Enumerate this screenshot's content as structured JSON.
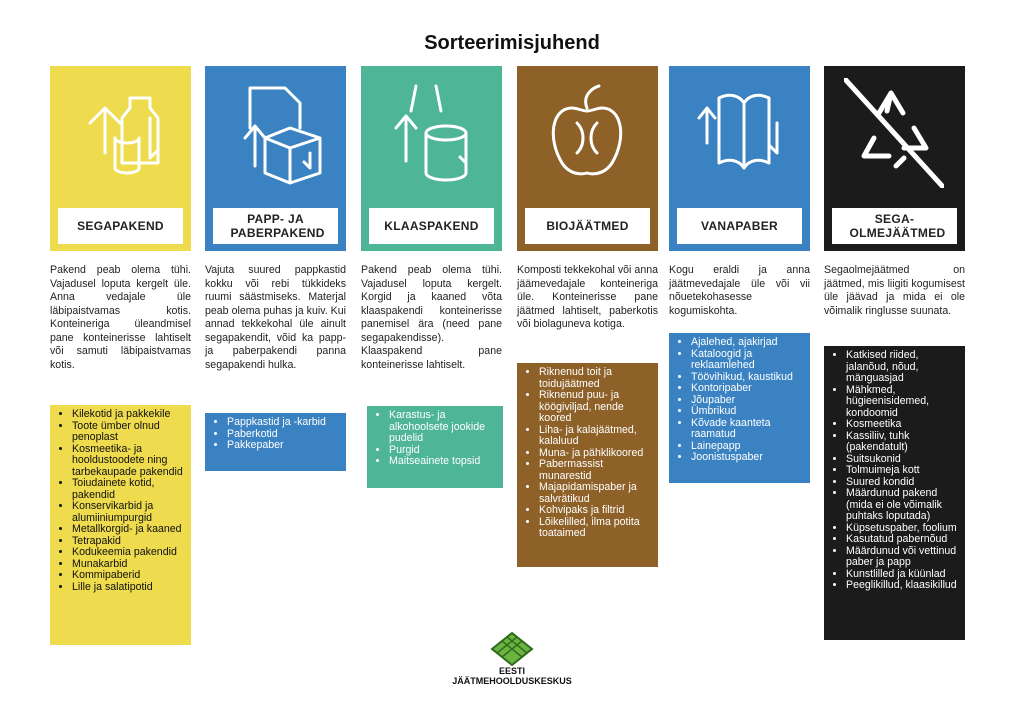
{
  "title": "Sorteerimisjuhend",
  "colors": {
    "yellow": "#EEDB4E",
    "blue": "#3A82C2",
    "teal": "#4EB596",
    "brown": "#8D6128",
    "black": "#1B1B1B"
  },
  "columns": [
    {
      "label": "SEGAPAKEND",
      "icon": "packaging-icon",
      "description": "Pakend peab olema tühi. Vajadusel loputa kergelt üle. Anna vedajale üle läbipaistvamas kotis. Konteineriga üleandmisel pane konteinerisse lahtiselt või samuti läbipaistvamas kotis.",
      "items": [
        "Kilekotid ja pakkekile",
        "Toote ümber olnud penoplast",
        "Kosmeetika- ja hooldustoodete ning tarbekaupade pakendid",
        "Toiudainete kotid, pakendid",
        "Konservikarbid ja alumiiniumpurgid",
        "Metallkorgid- ja kaaned",
        "Tetrapakid",
        "Kodukeemia pakendid",
        "Munakarbid",
        "Kommipaberid",
        "Lille ja salatipotid"
      ]
    },
    {
      "label": "PAPP- JA PABERPAKEND",
      "icon": "cardboard-box-icon",
      "description": "Vajuta suured pappkastid kokku või rebi tükkideks ruumi säästmiseks. Materjal peab olema puhas ja kuiv. Kui annad tekkekohal üle ainult segapakendit, võid ka papp- ja paberpakendi panna segapakendi hulka.",
      "items": [
        "Pappkastid ja -karbid",
        "Paberkotid",
        "Pakkepaber"
      ]
    },
    {
      "label": "KLAASPAKEND",
      "icon": "glass-bottle-icon",
      "description": "Pakend peab olema tühi. Vajadusel loputa kergelt. Korgid ja kaaned võta klaaspakendi konteinerisse panemisel ära (need pane segapakendisse). Klaaspakend pane konteinerisse lahtiselt.",
      "items": [
        "Karastus- ja alkohoolsete jookide pudelid",
        "Purgid",
        "Maitseainete topsid"
      ]
    },
    {
      "label": "BIOJÄÄTMED",
      "icon": "apple-core-icon",
      "description": "Komposti tekkekohal või anna jäämevedajale konteineriga üle. Konteinerisse pane jäätmed lahtiselt, paberkotis või biolaguneva kotiga.",
      "items": [
        "Riknenud toit ja toidujäätmed",
        "Riknenud puu- ja köögiviljad, nende koored",
        "Liha- ja kalajäätmed, kalaluud",
        "Muna- ja pähklikoored",
        "Pabermassist munarestid",
        "Majapidamispaber ja salvrätikud",
        "Kohvipaks ja filtrid",
        "Lõikelilled, ilma potita toataimed"
      ]
    },
    {
      "label": "VANAPABER",
      "icon": "open-book-icon",
      "description": "Kogu eraldi ja anna jäätmevedajale üle või vii nõuetekohasesse kogumiskohta.",
      "items": [
        "Ajalehed, ajakirjad",
        "Kataloogid ja reklaamlehed",
        "Töövihikud, kaustikud",
        "Kontoripaber",
        "Jõupaber",
        "Ümbrikud",
        "Kõvade kaanteta raamatud",
        "Lainepapp",
        "Joonistuspaber"
      ]
    },
    {
      "label": "SEGA-OLMEJÄÄTMED",
      "icon": "crossed-recycle-icon",
      "description": "Segaolmejäätmed on jäätmed, mis liigiti kogumisest üle jäävad ja mida ei ole võimalik ringlusse suunata.",
      "items": [
        "Katkised riided, jalanõud, nõud, mänguasjad",
        "Mähkmed, hügieenisidemed, kondoomid",
        "Kosmeetika",
        "Kassiliiv, tuhk (pakendatult)",
        "Suitsukonid",
        "Tolmuimeja kott",
        "Suured kondid",
        "Määrdunud pakend (mida ei ole võimalik puhtaks loputada)",
        "Küpsetuspaber, foolium",
        "Kasutatud pabernõud",
        "Määrdunud või vettinud paber ja papp",
        "Kunstlilled ja küünlad",
        "Peeglikillud, klaasikillud"
      ]
    }
  ],
  "logo": {
    "line1": "EESTI",
    "line2": "JÄÄTMEHOOLDUSKESKUS"
  }
}
